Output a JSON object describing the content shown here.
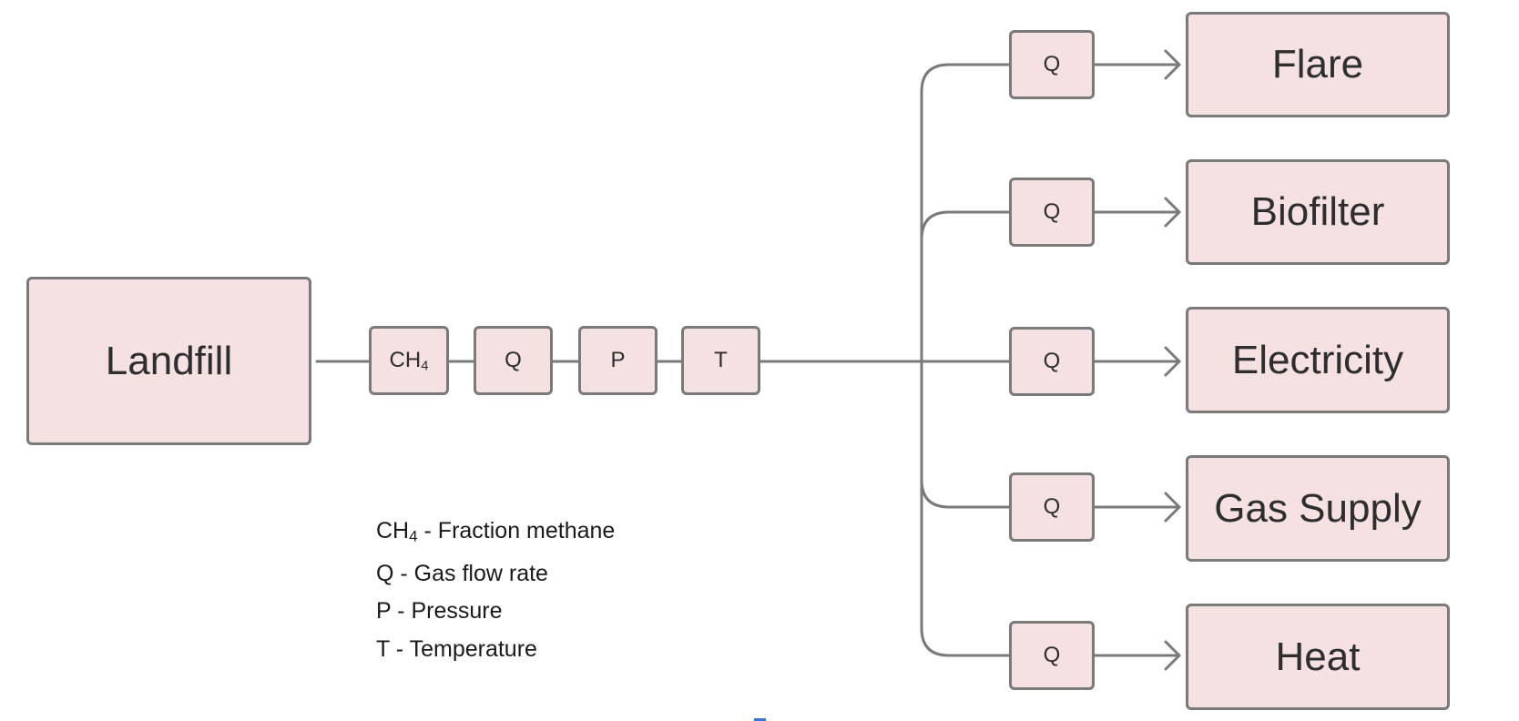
{
  "diagram": {
    "source": {
      "label": "Landfill"
    },
    "inline_sensors": [
      {
        "id": "ch4",
        "label": "CH",
        "subscript": "4"
      },
      {
        "id": "q",
        "label": "Q",
        "subscript": ""
      },
      {
        "id": "p",
        "label": "P",
        "subscript": ""
      },
      {
        "id": "t",
        "label": "T",
        "subscript": ""
      }
    ],
    "branches": [
      {
        "sensor": "Q",
        "destination": "Flare"
      },
      {
        "sensor": "Q",
        "destination": "Biofilter"
      },
      {
        "sensor": "Q",
        "destination": "Electricity"
      },
      {
        "sensor": "Q",
        "destination": "Gas Supply"
      },
      {
        "sensor": "Q",
        "destination": "Heat"
      }
    ],
    "legend": [
      {
        "symbol": "CH",
        "subscript": "4",
        "description": " - Fraction methane"
      },
      {
        "symbol": "Q",
        "subscript": "",
        "description": " - Gas flow rate"
      },
      {
        "symbol": "P",
        "subscript": "",
        "description": " - Pressure"
      },
      {
        "symbol": "T",
        "subscript": "",
        "description": " - Temperature"
      }
    ],
    "colors": {
      "box_fill": "#f5e0e2",
      "stroke": "#7a7a7a",
      "text": "#2e2e2e"
    }
  }
}
